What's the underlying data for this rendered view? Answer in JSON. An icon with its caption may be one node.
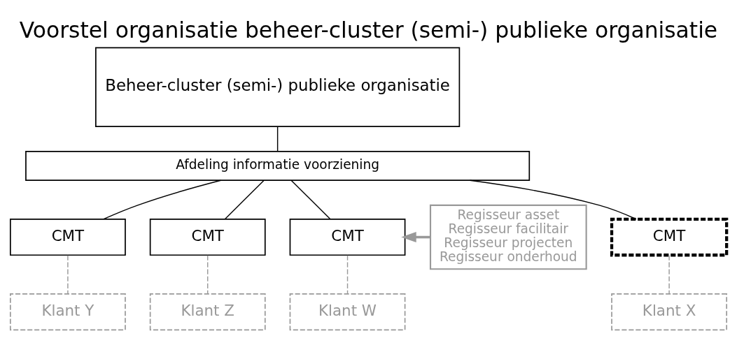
{
  "diagram": {
    "title": "Voorstel organisatie beheer-cluster (semi-) publieke organisatie",
    "nodes": [
      {
        "text": [
          "Beheer-cluster (semi-) publieke organisatie"
        ]
      },
      {
        "text": [
          "Afdeling informatie voorziening"
        ]
      },
      {
        "text": [
          "Regisseur asset",
          "Regisseur facilitair",
          "Regisseur projecten",
          "Regisseur onderhoud"
        ]
      },
      {
        "text": [
          "CMT"
        ]
      },
      {
        "text": [
          "CMT"
        ]
      },
      {
        "text": [
          "CMT"
        ]
      },
      {
        "text": [
          "CMT"
        ]
      },
      {
        "text": [
          "Klant W"
        ]
      },
      {
        "text": [
          "Klant X"
        ]
      },
      {
        "text": [
          "Klant Y"
        ]
      },
      {
        "text": [
          "Klant Z"
        ]
      }
    ],
    "edges": [
      {
        "from": 0,
        "to": 1,
        "arrow": "none"
      },
      {
        "from": 1,
        "to": 3,
        "arrow": "none"
      },
      {
        "from": 1,
        "to": 4,
        "arrow": "none"
      },
      {
        "from": 1,
        "to": 5,
        "arrow": "none"
      },
      {
        "from": 1,
        "to": 6,
        "arrow": "none"
      },
      {
        "from": 2,
        "to": 3,
        "arrow": "to",
        "style": "thick",
        "color": "#999999"
      },
      {
        "from": 3,
        "to": 7,
        "arrow": "none",
        "style": "dashed",
        "color": "#999999"
      },
      {
        "from": 4,
        "to": 8,
        "arrow": "none",
        "style": "dashed",
        "color": "#999999"
      },
      {
        "from": 5,
        "to": 9,
        "arrow": "none",
        "style": "dashed",
        "color": "#999999"
      },
      {
        "from": 6,
        "to": 10,
        "arrow": "none",
        "style": "dashed",
        "color": "#999999"
      }
    ]
  }
}
